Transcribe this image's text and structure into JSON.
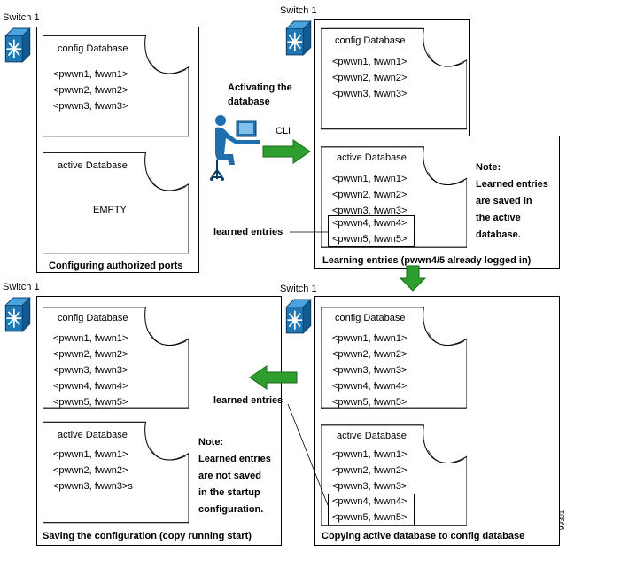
{
  "switch_label": "Switch 1",
  "doc_titles": {
    "config": "config Database",
    "active": "active Database"
  },
  "panel1": {
    "caption": "Configuring authorized ports",
    "config_entries": [
      "<pwwn1, fwwn1>",
      "<pwwn2, fwwn2>",
      "<pwwn3, fwwn3>"
    ],
    "active_empty": "EMPTY"
  },
  "panel2": {
    "caption": "Learning entries (pwwn4/5 already logged in)",
    "config_entries": [
      "<pwwn1, fwwn1>",
      "<pwwn2, fwwn2>",
      "<pwwn3, fwwn3>"
    ],
    "active_entries": [
      "<pwwn1, fwwn1>",
      "<pwwn2, fwwn2>",
      "<pwwn3, fwwn3>"
    ],
    "active_learned": [
      "<pwwn4, fwwn4>",
      "<pwwn5, fwwn5>"
    ],
    "note": [
      "Note:",
      "Learned entries",
      "are saved in",
      "the active",
      "database."
    ]
  },
  "panel3": {
    "caption": "Saving the configuration (copy running start)",
    "config_entries": [
      "<pwwn1, fwwn1>",
      "<pwwn2, fwwn2>",
      "<pwwn3, fwwn3>",
      "<pwwn4, fwwn4>",
      "<pwwn5, fwwn5>"
    ],
    "active_entries": [
      "<pwwn1, fwwn1>",
      "<pwwn2, fwwn2>",
      "<pwwn3, fwwn3>s"
    ],
    "note": [
      "Note:",
      "Learned entries",
      "are not saved",
      "in the startup",
      "configuration."
    ]
  },
  "panel4": {
    "caption": "Copying active database to config database",
    "config_entries": [
      "<pwwn1, fwwn1>",
      "<pwwn2, fwwn2>",
      "<pwwn3, fwwn3>",
      "<pwwn4, fwwn4>",
      "<pwwn5, fwwn5>"
    ],
    "active_entries": [
      "<pwwn1, fwwn1>",
      "<pwwn2, fwwn2>",
      "<pwwn3, fwwn3>"
    ],
    "active_learned": [
      "<pwwn4, fwwn4>",
      "<pwwn5, fwwn5>"
    ]
  },
  "activating": [
    "Activating the",
    "database"
  ],
  "cli_label": "CLI",
  "learned_entries_label": "learned entries",
  "figure_number": "99301",
  "colors": {
    "switch": "#1f77b4",
    "arrow": "#2e9e2e",
    "person": "#1f6fae"
  }
}
